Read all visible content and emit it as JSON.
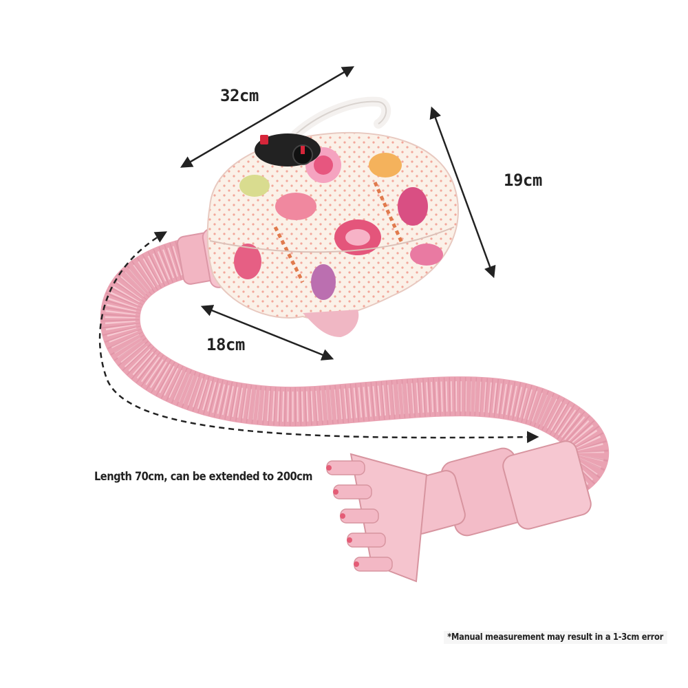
{
  "dimensions": {
    "width_label": "32cm",
    "height_label": "19cm",
    "depth_label": "18cm"
  },
  "hose": {
    "length_label": "Length 70cm, can be extended to 200cm"
  },
  "footnote": "*Manual measurement may result in a 1-3cm error",
  "colors": {
    "hose_pink": "#f0aebb",
    "body_cream": "#fbefe6",
    "accent_pink": "#e24f7a",
    "text": "#222222"
  }
}
